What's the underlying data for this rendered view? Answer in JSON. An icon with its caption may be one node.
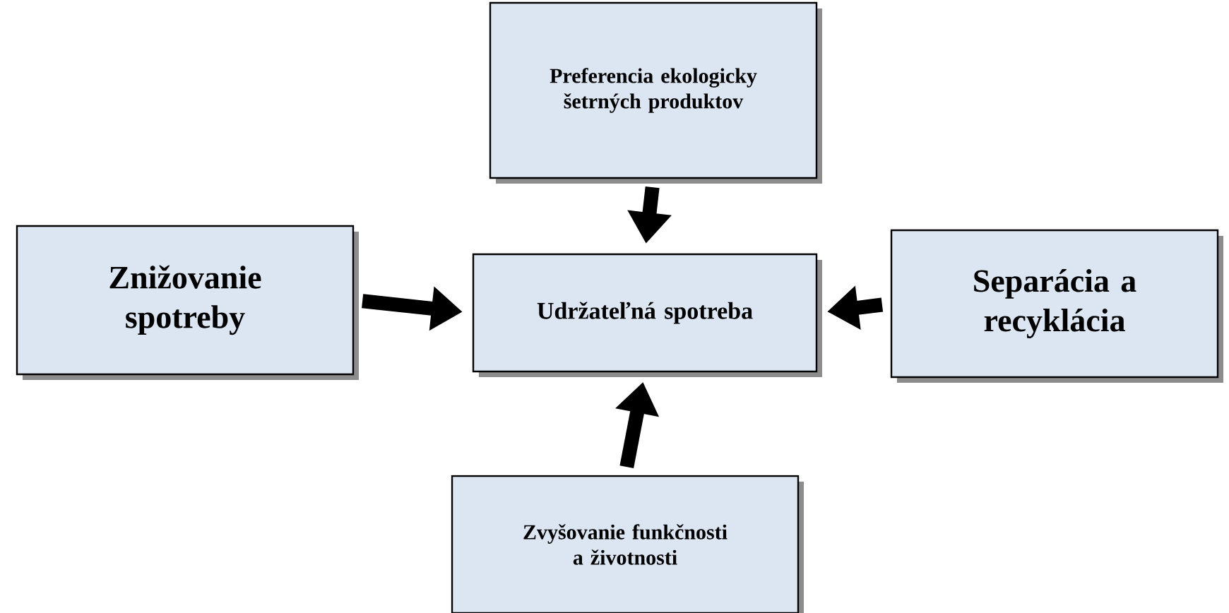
{
  "diagram": {
    "nodes": [
      {
        "text": [
          "Preferencia ekologicky šetrných produktov"
        ]
      },
      {
        "text": [
          "Znižovanie spotreby"
        ]
      },
      {
        "text": [
          "Udržateľná spotreba"
        ]
      },
      {
        "text": [
          "Separácia a recyklácia"
        ]
      },
      {
        "text": [
          "Zvyšovanie funkčnosti a životnosti"
        ]
      }
    ],
    "edges": [
      {
        "from": 0,
        "to": 2,
        "arrow": "to"
      },
      {
        "from": 1,
        "to": 2,
        "arrow": "to"
      },
      {
        "from": 3,
        "to": 2,
        "arrow": "to"
      },
      {
        "from": 4,
        "to": 2,
        "arrow": "to"
      }
    ]
  }
}
